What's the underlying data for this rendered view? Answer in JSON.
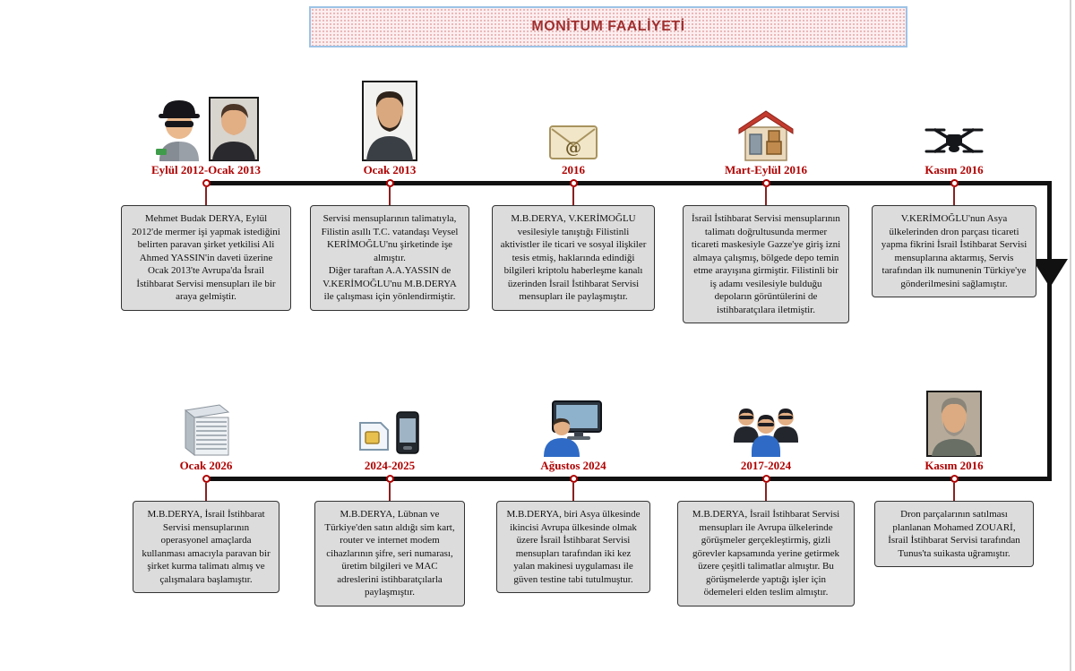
{
  "title": "MONİTUM FAALİYETİ",
  "colors": {
    "title_text": "#a03030",
    "title_border": "#9dc3e6",
    "title_bg": "#fdeef0",
    "date_text": "#b00000",
    "box_bg": "#dcdcdc",
    "timeline_line": "#111111"
  },
  "events_top": [
    {
      "date": "Eylül 2012-Ocak 2013",
      "icons": [
        "spy-icon",
        "portrait-photo"
      ],
      "text": "Mehmet Budak DERYA, Eylül 2012'de mermer işi yapmak istediğini belirten paravan şirket yetkilisi Ali Ahmed YASSIN'in daveti üzerine Ocak 2013'te Avrupa'da İsrail İstihbarat Servisi mensupları ile bir araya gelmiştir."
    },
    {
      "date": "Ocak 2013",
      "icons": [
        "portrait-photo"
      ],
      "text": "Servisi mensuplarının talimatıyla, Filistin asıllı T.C. vatandaşı Veysel KERİMOĞLU'nu şirketinde işe almıştır.\nDiğer taraftan A.A.YASSIN de V.KERİMOĞLU'nu M.B.DERYA ile çalışması için yönlendirmiştir."
    },
    {
      "date": "2016",
      "icons": [
        "envelope-icon"
      ],
      "text": "M.B.DERYA, V.KERİMOĞLU vesilesiyle tanıştığı Filistinli aktivistler ile ticari ve sosyal ilişkiler tesis etmiş, haklarında edindiği bilgileri kriptolu haberleşme kanalı üzerinden İsrail İstihbarat Servisi mensupları ile paylaşmıştır."
    },
    {
      "date": "Mart-Eylül 2016",
      "icons": [
        "warehouse-icon"
      ],
      "text": "İsrail İstihbarat Servisi mensuplarının talimatı doğrultusunda mermer ticareti maskesiyle Gazze'ye giriş izni almaya çalışmış, bölgede depo temin etme arayışına girmiştir. Filistinli bir iş adamı vesilesiyle bulduğu depoların görüntülerini de istihbaratçılara iletmiştir."
    },
    {
      "date": "Kasım 2016",
      "icons": [
        "drone-icon"
      ],
      "text": "V.KERİMOĞLU'nun Asya ülkelerinden dron parçası ticareti yapma fikrini İsrail İstihbarat Servisi mensuplarına aktarmış, Servis tarafından ilk numunenin Türkiye'ye gönderilmesini sağlamıştır."
    }
  ],
  "events_bottom": [
    {
      "date": "Ocak 2026",
      "icons": [
        "server-stack-icon"
      ],
      "text": "M.B.DERYA, İsrail İstihbarat Servisi mensuplarının operasyonel amaçlarda kullanması amacıyla paravan bir şirket kurma talimatı almış ve çalışmalara başlamıştır."
    },
    {
      "date": "2024-2025",
      "icons": [
        "sim-card-phone-icon"
      ],
      "text": "M.B.DERYA, Lübnan ve Türkiye'den satın aldığı sim kart, router ve internet modem cihazlarının şifre, seri numarası, üretim bilgileri ve MAC adreslerini istihbaratçılarla paylaşmıştır."
    },
    {
      "date": "Ağustos 2024",
      "icons": [
        "computer-user-icon"
      ],
      "text": "M.B.DERYA, biri Asya ülkesinde ikincisi Avrupa ülkesinde olmak üzere İsrail İstihbarat Servisi mensupları tarafından iki kez yalan makinesi uygulaması ile güven testine tabi tutulmuştur."
    },
    {
      "date": "2017-2024",
      "icons": [
        "agents-group-icon"
      ],
      "text": "M.B.DERYA, İsrail İstihbarat Servisi mensupları ile Avrupa ülkelerinde görüşmeler gerçekleştirmiş, gizli görevler kapsamında yerine getirmek üzere çeşitli talimatlar almıştır. Bu görüşmelerde yaptığı işler için ödemeleri elden teslim almıştır."
    },
    {
      "date": "Kasım 2016",
      "icons": [
        "portrait-photo"
      ],
      "text": "Dron parçalarının satılması planlanan Mohamed ZOUARİ, İsrail İstihbarat Servisi tarafından Tunus'ta suikasta uğramıştır."
    }
  ]
}
